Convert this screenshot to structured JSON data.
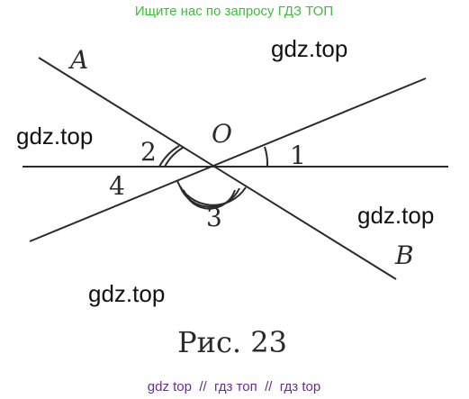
{
  "header": {
    "banner": "Ищите нас по запросу ГДЗ ТОП",
    "banner_color": "#3cbf3c"
  },
  "watermarks": [
    "gdz.top",
    "gdz.top",
    "gdz.top",
    "gdz.top"
  ],
  "figure": {
    "points": {
      "a": "A",
      "o": "O",
      "b": "B"
    },
    "angles": {
      "one": "1",
      "two": "2",
      "three": "3",
      "four": "4"
    },
    "caption": "Рис. 23",
    "line_color": "#2a2a2a"
  },
  "footer": {
    "links": "gdz top  //  гдз топ  //  гдз top",
    "color": "#6a2d8c"
  }
}
